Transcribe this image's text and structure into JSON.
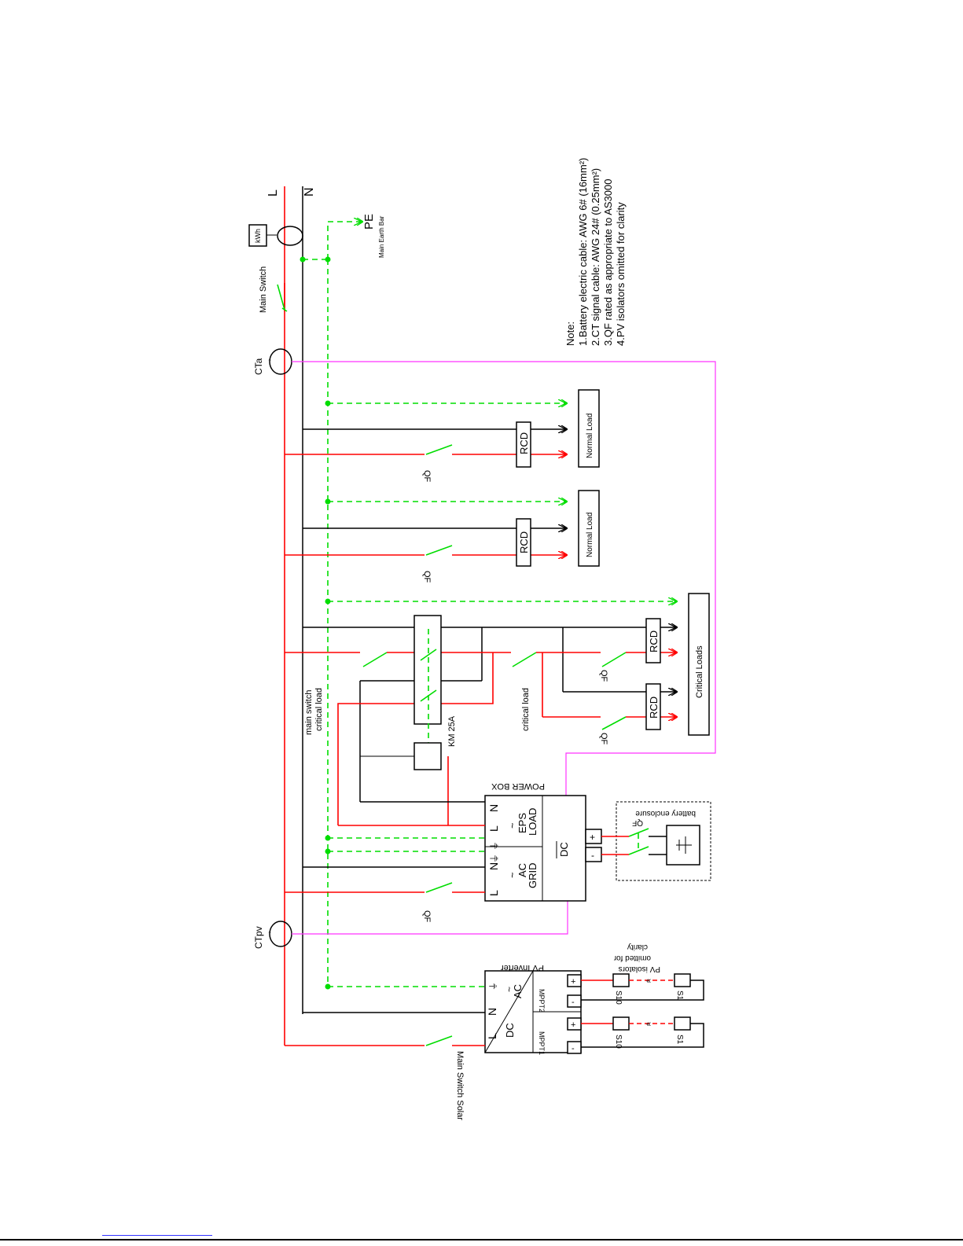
{
  "bus": {
    "line": "L",
    "neutral": "N"
  },
  "earth": {
    "label": "PE",
    "sublabel": "Main Earth Bar"
  },
  "meter": {
    "label": "kWh"
  },
  "switches": {
    "main": "Main Switch",
    "main_solar": "Main Switch Solar",
    "main_critical": [
      "main switch",
      "critical load"
    ],
    "critical": "critical load"
  },
  "ct": {
    "grid": "CTa",
    "pv": "CTpv"
  },
  "breaker": "QF",
  "rcd": "RCD",
  "loads": {
    "normal": "Normal Load",
    "critical": "Critical Loads"
  },
  "contactor": "KM 25A",
  "power_box": {
    "title": "POWER BOX",
    "grid": [
      "AC",
      "GRID"
    ],
    "eps": [
      "EPS",
      "LOAD"
    ],
    "dc": "DC",
    "terminals": [
      "L",
      "N",
      "N",
      "L"
    ],
    "plus": "+",
    "minus": "-"
  },
  "battery": {
    "enclosure": "battery enclosure",
    "breaker": "QF"
  },
  "pv_inverter": {
    "title": "PV Inverter",
    "ac": "AC",
    "dc": "DC",
    "terminals": [
      "L",
      "N"
    ],
    "mppt1": "MPPT1",
    "mppt2": "MPPT2"
  },
  "pv_strings": {
    "first": "S1",
    "last": "S10"
  },
  "pv_note": [
    "PV isolators",
    "omitted for",
    "clarity"
  ],
  "notes": {
    "title": "Note:",
    "lines": [
      "1.Battery electric cable: AWG 6# (16mm²)",
      "2.CT signal cable: AWG 24#  (0.25mm²)",
      "3.QF rated as appropriate to AS3000",
      "4.PV isolators omitted for clarity"
    ]
  }
}
